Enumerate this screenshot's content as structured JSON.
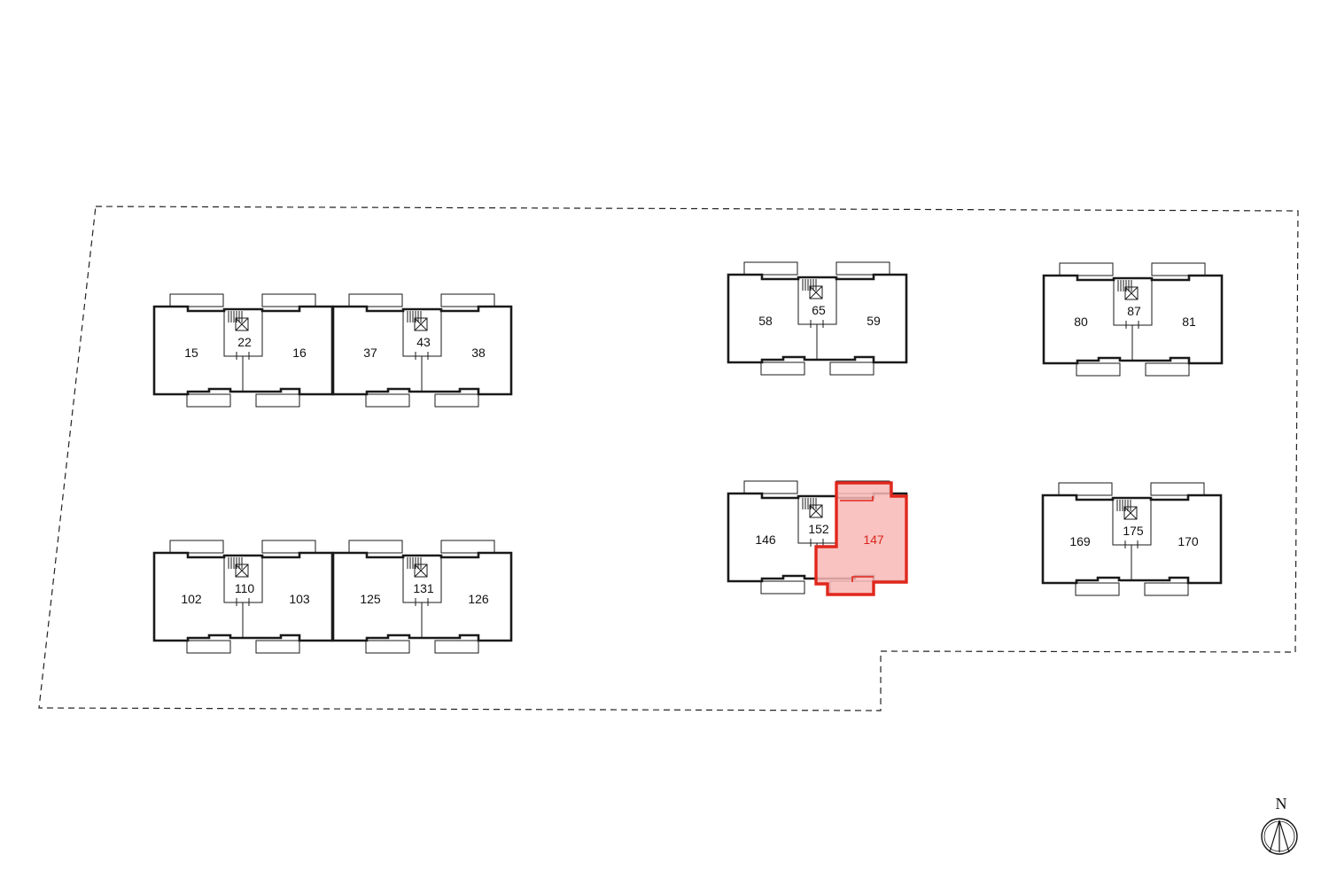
{
  "colors": {
    "highlight_stroke": "#e0271c",
    "highlight_fill": "#f8b9b6",
    "highlight_text": "#d8261b"
  },
  "highlighted_unit": "147",
  "north_label": "N",
  "buildings": [
    {
      "id": "b1",
      "left": "15",
      "right": "16",
      "stair": "22"
    },
    {
      "id": "b2",
      "left": "37",
      "right": "38",
      "stair": "43"
    },
    {
      "id": "b3",
      "left": "58",
      "right": "59",
      "stair": "65"
    },
    {
      "id": "b4",
      "left": "80",
      "right": "81",
      "stair": "87"
    },
    {
      "id": "b5",
      "left": "102",
      "right": "103",
      "stair": "110"
    },
    {
      "id": "b6",
      "left": "125",
      "right": "126",
      "stair": "131"
    },
    {
      "id": "b7",
      "left": "146",
      "right": "147",
      "stair": "152"
    },
    {
      "id": "b8",
      "left": "169",
      "right": "170",
      "stair": "175"
    }
  ]
}
